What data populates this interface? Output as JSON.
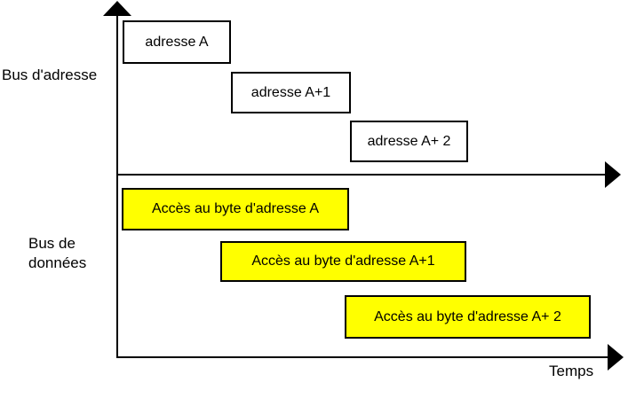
{
  "diagram": {
    "axes": {
      "address_bus_label": "Bus d'adresse",
      "data_bus_label_line1": "Bus de",
      "data_bus_label_line2": "données",
      "time_label": "Temps"
    },
    "address_boxes": [
      {
        "label": "adresse A"
      },
      {
        "label": "adresse A+1"
      },
      {
        "label": "adresse A+ 2"
      }
    ],
    "data_boxes": [
      {
        "label": "Accès au byte d'adresse A"
      },
      {
        "label": "Accès au byte d'adresse A+1"
      },
      {
        "label": "Accès au byte d'adresse A+ 2"
      }
    ],
    "icons": {
      "up_arrow": "up-arrow-icon",
      "right_arrow": "right-arrow-icon"
    },
    "colors": {
      "background": "#ffffff",
      "line": "#000000",
      "text": "#000000",
      "address_box_bg": "#ffffff",
      "data_box_bg": "#ffff00"
    }
  }
}
